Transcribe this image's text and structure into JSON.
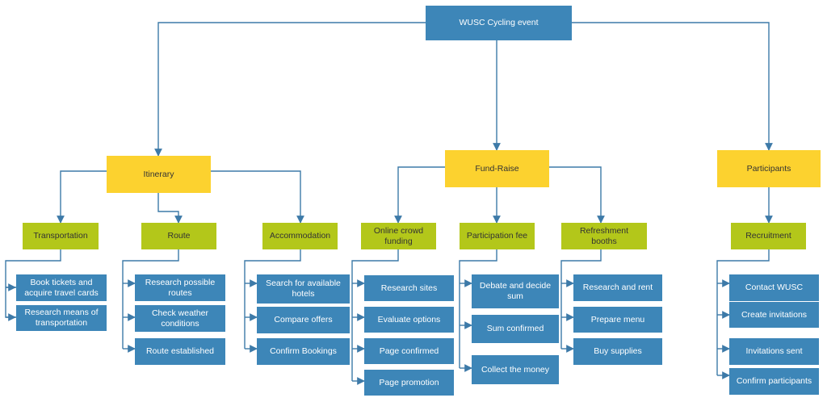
{
  "root": {
    "label": "WUSC Cycling event"
  },
  "itinerary": {
    "label": "Itinerary",
    "transportation": {
      "label": "Transportation",
      "tasks": [
        "Book tickets and acquire travel cards",
        "Research means of transportation"
      ]
    },
    "route": {
      "label": "Route",
      "tasks": [
        "Research possible routes",
        "Check weather conditions",
        "Route established"
      ]
    },
    "accommodation": {
      "label": "Accommodation",
      "tasks": [
        "Search for available hotels",
        "Compare offers",
        "Confirm Bookings"
      ]
    }
  },
  "fundraise": {
    "label": "Fund-Raise",
    "online": {
      "label": "Online crowd funding",
      "tasks": [
        "Research sites",
        "Evaluate options",
        "Page confirmed",
        "Page promotion"
      ]
    },
    "fee": {
      "label": "Participation fee",
      "tasks": [
        "Debate and decide sum",
        "Sum confirmed",
        "Collect the money"
      ]
    },
    "booths": {
      "label": "Refreshment booths",
      "tasks": [
        "Research and rent",
        "Prepare menu",
        "Buy supplies"
      ]
    }
  },
  "participants": {
    "label": "Participants",
    "recruitment": {
      "label": "Recruitment",
      "tasks": [
        "Contact WUSC",
        "Create invitations",
        "Invitations sent",
        "Confirm participants"
      ]
    }
  },
  "colors": {
    "root": "#3d86b8",
    "level1": "#fcd22f",
    "level2": "#b3c71a",
    "leaf": "#3d86b8",
    "connector": "#3d7aa8"
  }
}
